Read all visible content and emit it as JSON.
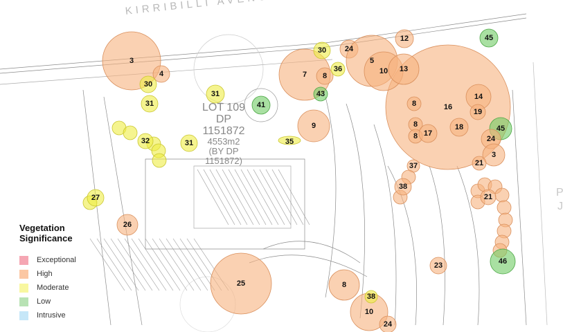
{
  "street_name": "KIRRIBILLI AVENUE",
  "lot": {
    "line1": "LOT 109",
    "line2": "DP 1151872",
    "area": "4553m2",
    "note": "(BY DP 1151872)"
  },
  "edge_letters": [
    "P",
    "J"
  ],
  "legend": {
    "title": "Vegetation Significance",
    "items": [
      {
        "key": "exceptional",
        "label": "Exceptional",
        "color": "#f5a6b3"
      },
      {
        "key": "high",
        "label": "High",
        "color": "#fbc7a3"
      },
      {
        "key": "moderate",
        "label": "Moderate",
        "color": "#f8f7a0"
      },
      {
        "key": "low",
        "label": "Low",
        "color": "#b8e2b4"
      },
      {
        "key": "intrusive",
        "label": "Intrusive",
        "color": "#c6e7f8"
      }
    ]
  },
  "circle_colors": {
    "high": {
      "fill": "#f7b27e",
      "stroke": "#d98f5c"
    },
    "moderate": {
      "fill": "#eeec45",
      "stroke": "#c9c630"
    },
    "low": {
      "fill": "#6fcb64",
      "stroke": "#4aa543"
    }
  },
  "trees": [
    {
      "label": "16",
      "significance": "high"
    },
    {
      "label": "3",
      "significance": "high"
    },
    {
      "label": "4",
      "significance": "high"
    },
    {
      "label": "30",
      "significance": "moderate"
    },
    {
      "label": "31",
      "significance": "moderate"
    },
    {
      "label": "31",
      "significance": "moderate"
    },
    {
      "label": "41",
      "significance": "low"
    },
    {
      "label": "7",
      "significance": "high"
    },
    {
      "label": "8",
      "significance": "high"
    },
    {
      "label": "43",
      "significance": "low"
    },
    {
      "label": "30",
      "significance": "moderate"
    },
    {
      "label": "24",
      "significance": "high"
    },
    {
      "label": "36",
      "significance": "moderate"
    },
    {
      "label": "9",
      "significance": "high"
    },
    {
      "label": "35",
      "significance": "moderate"
    },
    {
      "label": "5",
      "significance": "high"
    },
    {
      "label": "10",
      "significance": "high"
    },
    {
      "label": "13",
      "significance": "high"
    },
    {
      "label": "12",
      "significance": "high"
    },
    {
      "label": "45",
      "significance": "low"
    },
    {
      "label": "14",
      "significance": "high"
    },
    {
      "label": "19",
      "significance": "high"
    },
    {
      "label": "8",
      "significance": "high"
    },
    {
      "label": "8",
      "significance": "high"
    },
    {
      "label": "8",
      "significance": "high"
    },
    {
      "label": "17",
      "significance": "high"
    },
    {
      "label": "18",
      "significance": "high"
    },
    {
      "label": "45",
      "significance": "low"
    },
    {
      "label": "24",
      "significance": "high"
    },
    {
      "label": "3",
      "significance": "high"
    },
    {
      "label": "21",
      "significance": "high"
    },
    {
      "label": "37",
      "significance": "high"
    },
    {
      "label": "38",
      "significance": "high"
    },
    {
      "label": "21",
      "significance": "high"
    },
    {
      "label": "46",
      "significance": "low"
    },
    {
      "label": "23",
      "significance": "high"
    },
    {
      "label": "32",
      "significance": "moderate"
    },
    {
      "label": "31",
      "significance": "moderate"
    },
    {
      "label": "27",
      "significance": "moderate"
    },
    {
      "label": "26",
      "significance": "high"
    },
    {
      "label": "25",
      "significance": "high"
    },
    {
      "label": "8",
      "significance": "high"
    },
    {
      "label": "10",
      "significance": "high"
    },
    {
      "label": "38",
      "significance": "moderate"
    },
    {
      "label": "24",
      "significance": "high"
    }
  ]
}
